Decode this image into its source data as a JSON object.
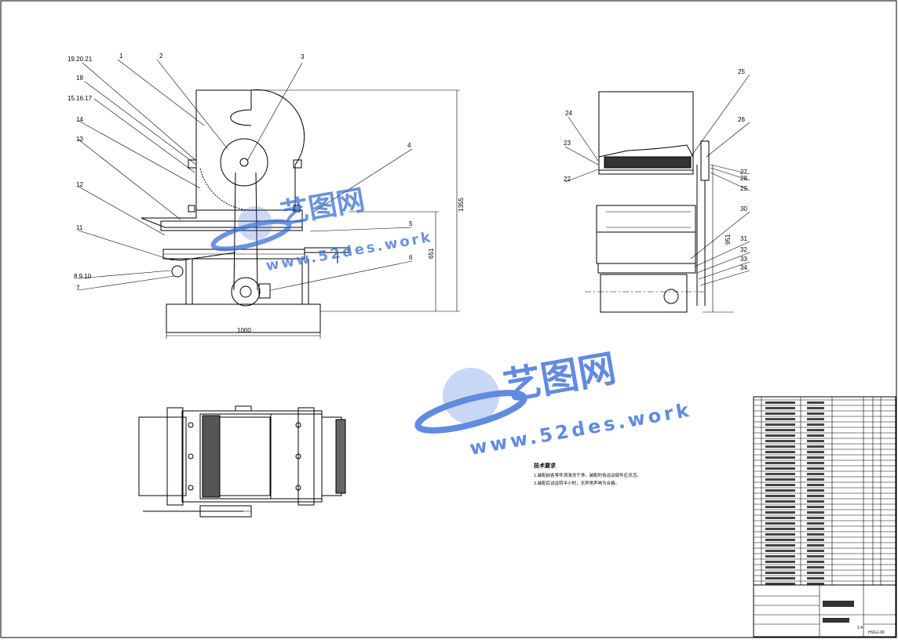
{
  "drawing": {
    "front_labels": [
      "19.20.21",
      "18",
      "15.16.17",
      "14",
      "13",
      "12",
      "11",
      "8.9.10",
      "7",
      "1",
      "2",
      "3",
      "4",
      "5",
      "6"
    ],
    "side_labels": [
      "24",
      "23",
      "22",
      "25",
      "26",
      "27",
      "28",
      "29",
      "30",
      "31",
      "32",
      "33",
      "34"
    ],
    "dimensions": {
      "width": "1000",
      "height_total": "1355",
      "height_table": "651",
      "side_height": "951"
    },
    "technical_requirements": {
      "title": "技术要求",
      "lines": [
        "1.装配前各零件须清洗干净，装配时各运动部件应灵活。",
        "2.装配后试运转半小时，无异常声响为合格。"
      ]
    },
    "title_block": {
      "drawing_no": "HSGJ-00",
      "scale": "1:4"
    }
  },
  "watermark": {
    "brand": "艺图网",
    "url": "www.52des.work",
    "color": "#3a6fd8"
  }
}
